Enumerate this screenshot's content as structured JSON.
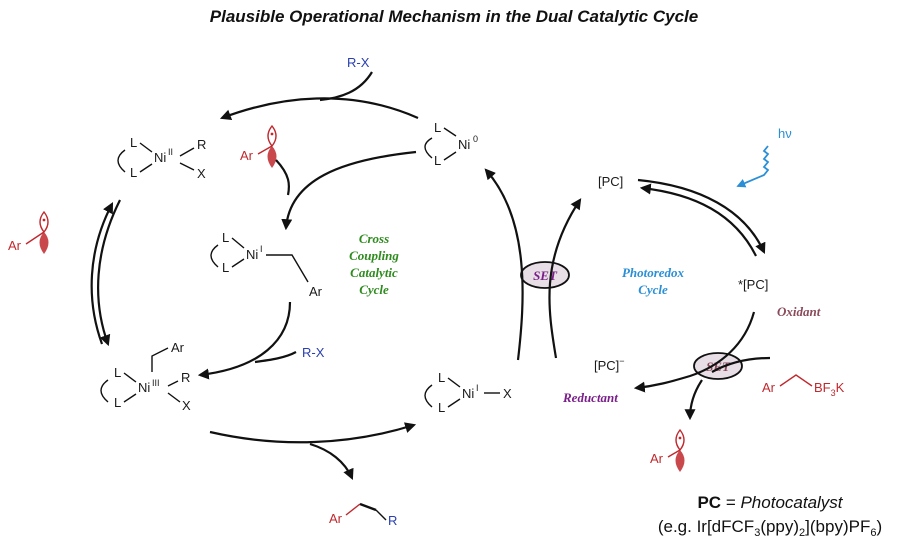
{
  "title": "Plausible Operational Mechanism in the Dual Catalytic Cycle",
  "labels": {
    "rx_top": "R-X",
    "rx_mid": "R-X",
    "hv": "hν",
    "pc": "[PC]",
    "pc_star": "*[PC]",
    "pc_minus": "[PC]",
    "pc_minus_sup": "−",
    "cross_coupling_1": "Cross",
    "cross_coupling_2": "Coupling",
    "cross_coupling_3": "Catalytic",
    "cross_coupling_4": "Cycle",
    "photoredox_1": "Photoredox",
    "photoredox_2": "Cycle",
    "oxidant": "Oxidant",
    "reductant": "Reductant",
    "set_1": "SET",
    "set_2": "SET",
    "ar": "Ar",
    "r": "R",
    "x": "X",
    "l": "L",
    "ni": "Ni",
    "ni0_sup": "0",
    "ni1_sup": "I",
    "ni2_sup": "II",
    "ni3_sup": "III",
    "bf3k": "BF",
    "bf3k_sub": "3",
    "bf3k_end": "K"
  },
  "footer": {
    "pc_bold": "PC",
    "pc_eq": " = ",
    "pc_italic": "Photocatalyst",
    "example_prefix": "(e.g. Ir[dFCF",
    "example_sub1": "3",
    "example_mid": "(ppy)",
    "example_sub2": "2",
    "example_mid2": "](bpy)PF",
    "example_sub3": "6",
    "example_suffix": ")"
  },
  "colors": {
    "reagent_blue": "#2a3fb0",
    "radical_red": "#c0282d",
    "cross_green": "#2e8b1e",
    "photoredox_cyan": "#2a8fd6",
    "reductant_purple": "#7a1f8a",
    "oxidant_mauve": "#8a4a5a",
    "set_fill": "#e8dfe6"
  }
}
